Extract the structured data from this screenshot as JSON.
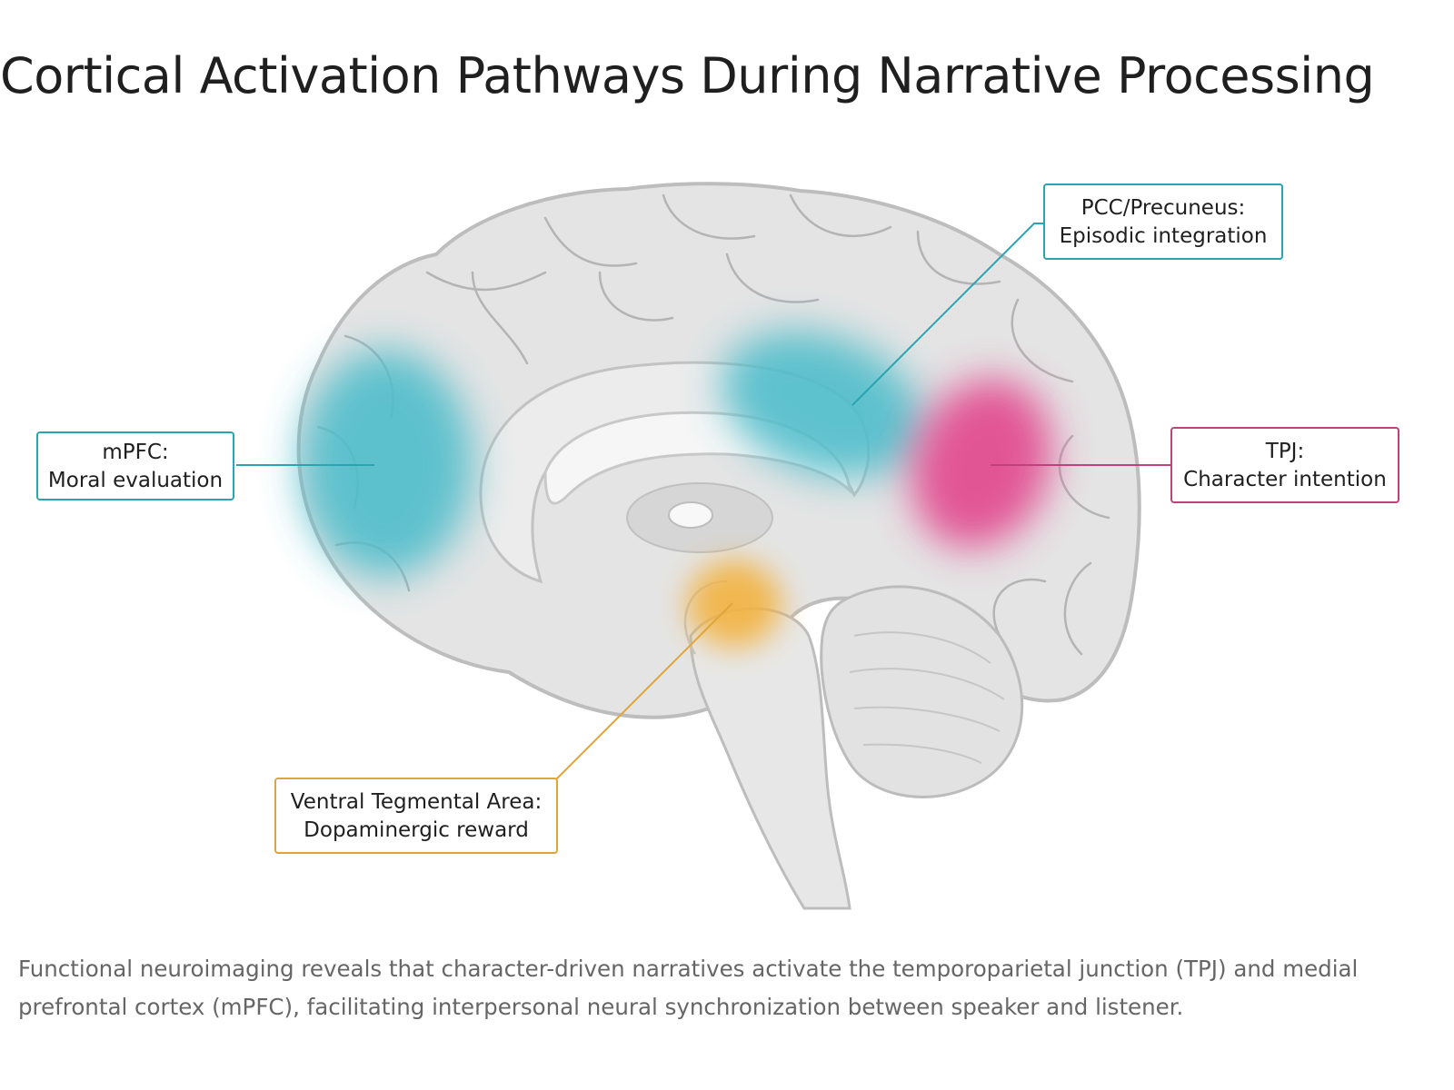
{
  "title": "Cortical Activation Pathways During Narrative Processing",
  "callouts": {
    "mpfc": {
      "line1": "mPFC:",
      "line2": "Moral evaluation",
      "color": "#2aa5b0"
    },
    "pcc": {
      "line1": "PCC/Precuneus:",
      "line2": "Episodic integration",
      "color": "#2aa5b0"
    },
    "tpj": {
      "line1": "TPJ:",
      "line2": "Character intention",
      "color": "#c0427c"
    },
    "vta": {
      "line1": "Ventral Tegmental Area:",
      "line2": "Dopaminergic reward",
      "color": "#e0a53a"
    }
  },
  "activation_colors": {
    "teal": "#4fbdcb",
    "magenta": "#e2498f",
    "amber": "#f3b23f"
  },
  "caption": "Functional neuroimaging reveals that character-driven narratives activate the temporoparietal junction (TPJ) and medial prefrontal cortex (mPFC), facilitating interpersonal neural synchronization between speaker and listener."
}
